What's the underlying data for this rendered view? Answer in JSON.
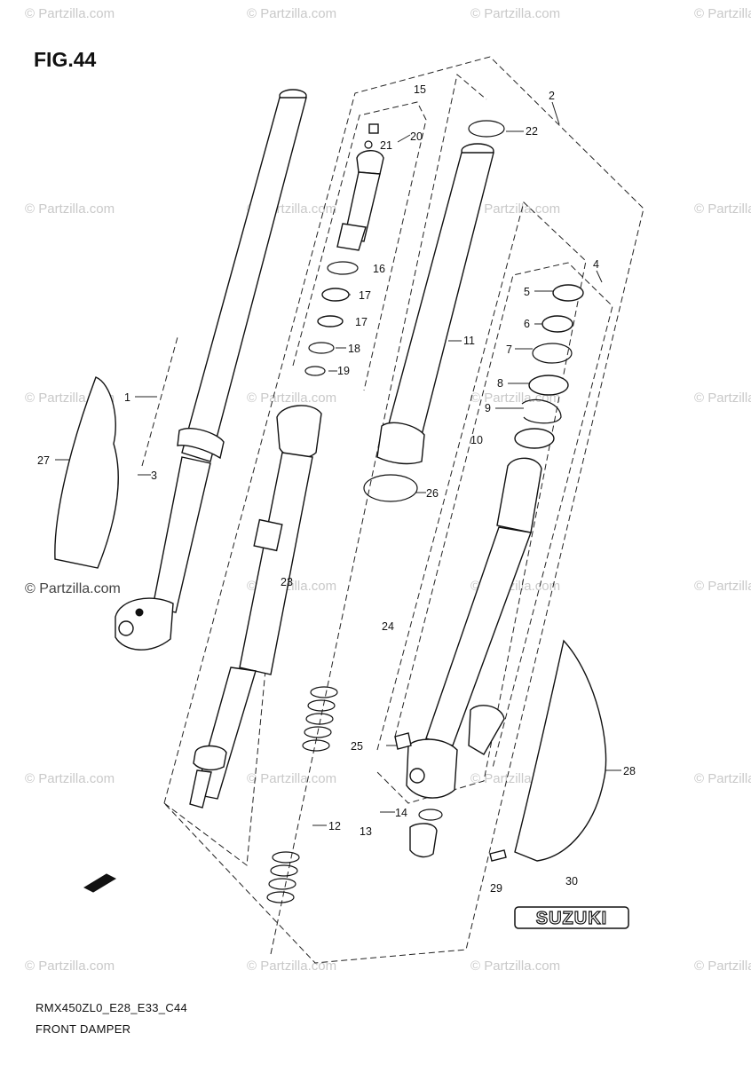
{
  "figure": {
    "title": "FIG.44",
    "model_code": "RMX450ZL0_E28_E33_C44",
    "section_name": "FRONT DAMPER"
  },
  "watermark": "© Partzilla.com",
  "brand_decal": "SUZUKI",
  "callouts": [
    "1",
    "2",
    "3",
    "4",
    "5",
    "6",
    "7",
    "8",
    "9",
    "10",
    "11",
    "12",
    "13",
    "14",
    "15",
    "16",
    "17",
    "17",
    "18",
    "19",
    "20",
    "21",
    "22",
    "23",
    "24",
    "25",
    "26",
    "27",
    "28",
    "29",
    "30"
  ]
}
